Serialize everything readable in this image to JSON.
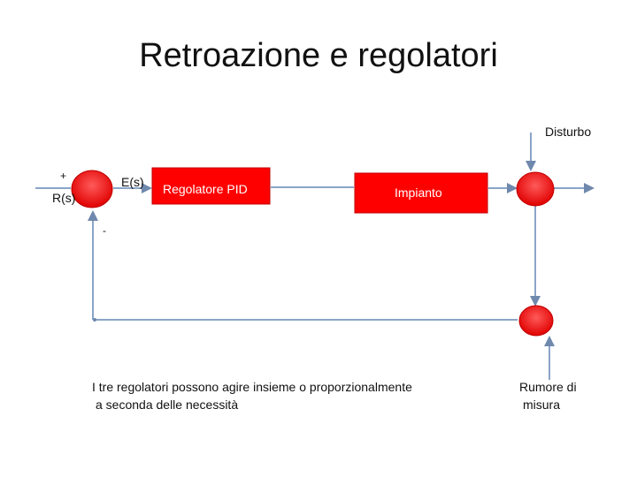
{
  "title": "Retroazione e regolatori",
  "labels": {
    "disturbo": "Disturbo",
    "plus": "+",
    "reference": "R(s)",
    "error": "E(s)",
    "minus": "-"
  },
  "blocks": {
    "pid": "Regolatore PID",
    "plant": "Impianto"
  },
  "caption": {
    "line1": "I tre regolatori possono agire insieme o proporzionalmente",
    "line2": "a seconda delle necessità"
  },
  "noise": {
    "line1": "Rumore di",
    "line2": "misura"
  },
  "colors": {
    "block_fill": "#ff0000",
    "block_border": "#c00000",
    "line": "#8aa4c8"
  }
}
